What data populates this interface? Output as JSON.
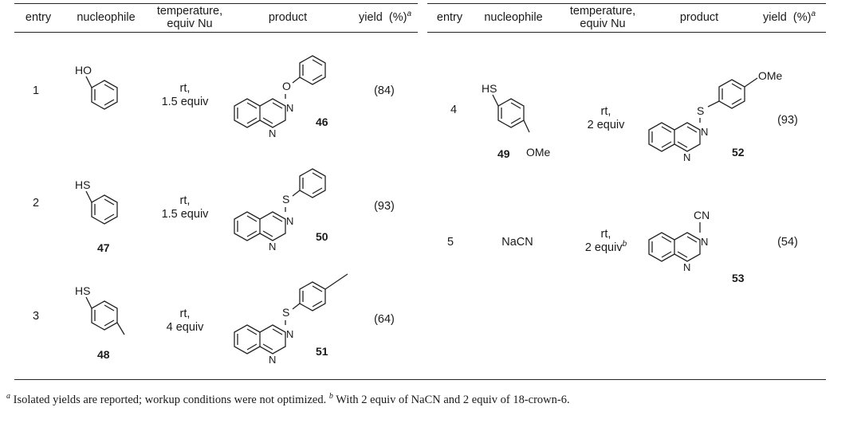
{
  "headers": {
    "entry": "entry",
    "nucleophile": "nucleophile",
    "temperature_line1": "temperature,",
    "temperature_line2": "equiv Nu",
    "product": "product",
    "yield": "yield  (%)",
    "yield_note": "a"
  },
  "rows": [
    {
      "entry": "1",
      "nucleophile_group": "HO",
      "temp": "rt,",
      "equiv": "1.5 equiv",
      "link_atom": "O",
      "product_id": "46",
      "yield": "(84)"
    },
    {
      "entry": "2",
      "nucleophile_group": "HS",
      "nucleophile_id": "47",
      "temp": "rt,",
      "equiv": "1.5 equiv",
      "link_atom": "S",
      "product_id": "50",
      "yield": "(93)"
    },
    {
      "entry": "3",
      "nucleophile_group": "HS",
      "nucleophile_id": "48",
      "temp": "rt,",
      "equiv": "4 equiv",
      "link_atom": "S",
      "product_id": "51",
      "yield": "(64)"
    },
    {
      "entry": "4",
      "nucleophile_group": "HS",
      "nucleophile_sub": "OMe",
      "nucleophile_id": "49",
      "temp": "rt,",
      "equiv": "2 equiv",
      "link_atom": "S",
      "product_sub": "OMe",
      "product_id": "52",
      "yield": "(93)"
    },
    {
      "entry": "5",
      "nucleophile_text": "NaCN",
      "temp": "rt,",
      "equiv": "2 equiv",
      "equiv_note": "b",
      "link_atom": "CN",
      "product_id": "53",
      "yield": "(54)"
    }
  ],
  "ring_atom_label": "N",
  "footnotes": {
    "a_mark": "a",
    "a_text": " Isolated yields are reported; workup conditions were not optimized. ",
    "b_mark": "b",
    "b_text": " With 2 equiv of NaCN and 2 equiv of 18-crown-6."
  }
}
